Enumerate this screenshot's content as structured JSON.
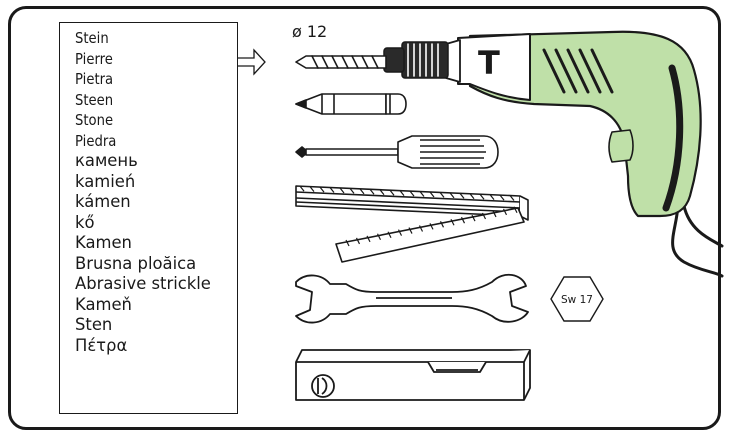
{
  "materials": [
    "Stein",
    "Pierre",
    "Pietra",
    "Steen",
    "Stone",
    "Piedra",
    "камень",
    "kamień",
    "kámen",
    "kő",
    "Kamen",
    "Brusna ploăica",
    "Abrasive strickle",
    "Kameň",
    "Sten",
    "Πέτρα"
  ],
  "drill_bit_size": "ø 12",
  "drill_mode_letter": "T",
  "wrench_size": "Sw 17",
  "colors": {
    "drill_body": "#bfe0a8",
    "outline": "#1a1a1a"
  },
  "icons": [
    "drill-icon",
    "pencil-icon",
    "screwdriver-icon",
    "folding-rule-icon",
    "wrench-icon",
    "spirit-level-icon",
    "arrow-icon"
  ]
}
